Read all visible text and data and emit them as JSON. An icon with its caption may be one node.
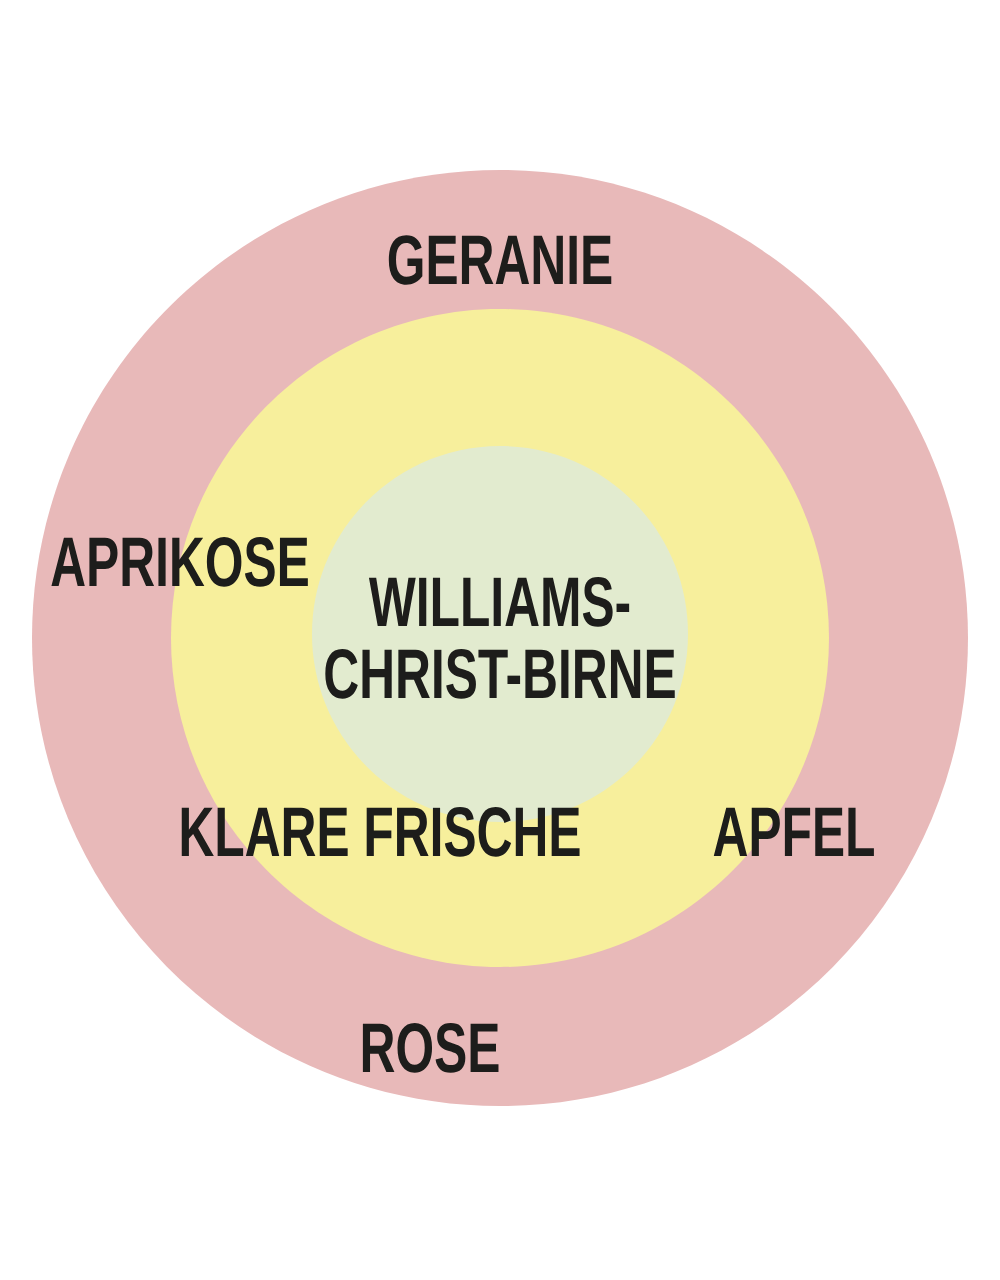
{
  "diagram": {
    "nodes": [
      {
        "text": [
          "GERANIE",
          "APRIKOSE",
          "ROSE"
        ]
      },
      {
        "text": [
          "KLARE FRISCHE",
          "APFEL"
        ],
        "in": 0
      },
      {
        "text": [
          "WILLIAMS- CHRIST-BIRNE"
        ],
        "in": 1
      }
    ]
  }
}
